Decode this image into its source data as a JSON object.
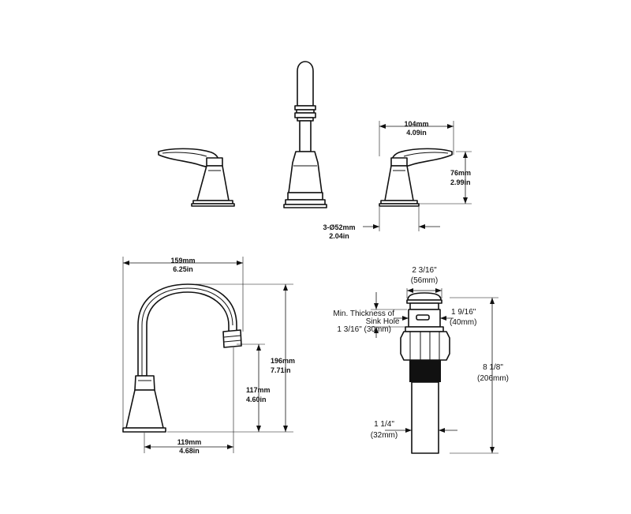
{
  "views": {
    "top": {
      "handle_width_mm": "104mm",
      "handle_width_in": "4.09in",
      "handle_height_mm": "76mm",
      "handle_height_in": "2.99in",
      "base_dia_mm": "3-Ø52mm",
      "base_dia_in": "2.04in"
    },
    "spout": {
      "reach_mm": "159mm",
      "reach_in": "6.25in",
      "height_mm": "196mm",
      "height_in": "7.71in",
      "clearance_mm": "117mm",
      "clearance_in": "4.60in",
      "base_mm": "119mm",
      "base_in": "4.68in"
    },
    "drain": {
      "top_width_in": "2 3/16\"",
      "top_width_mm": "(56mm)",
      "thickness_line1": "Min. Thickness of",
      "thickness_line2": "Sink Hole",
      "thickness_line3": "1 3/16\" (30mm)",
      "flange_in": "1 9/16\"",
      "flange_mm": "(40mm)",
      "length_in": "8 1/8\"",
      "length_mm": "(206mm)",
      "tail_in": "1 1/4\"",
      "tail_mm": "(32mm)"
    }
  }
}
